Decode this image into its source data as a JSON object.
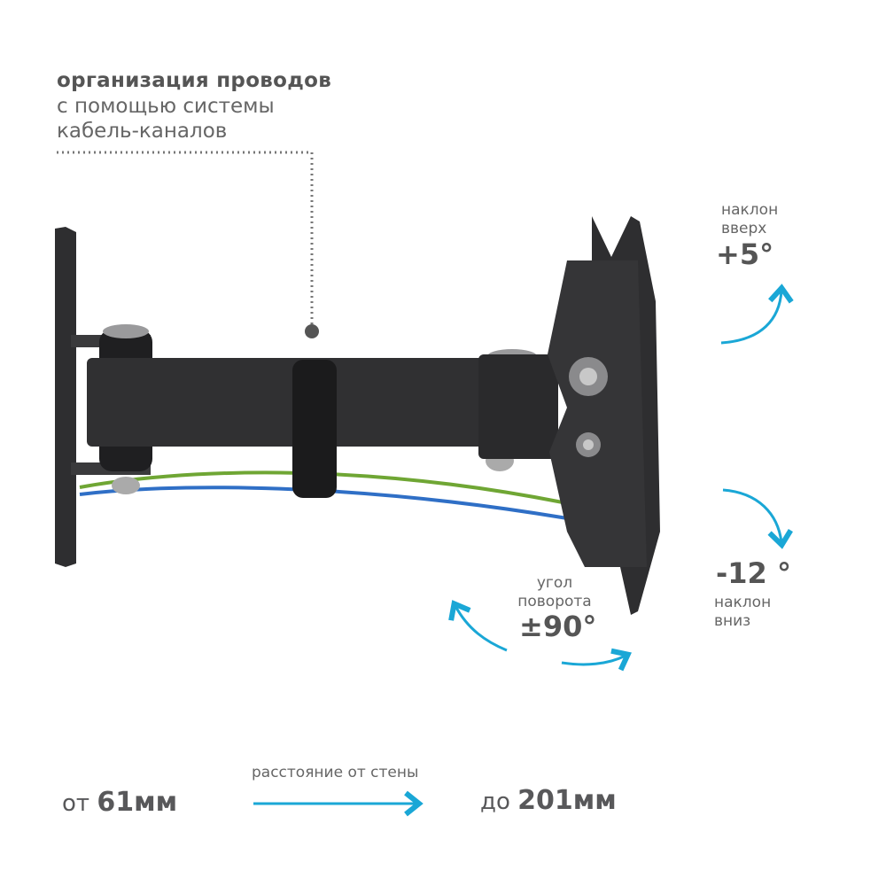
{
  "callout": {
    "line1": "организация проводов",
    "line2": "с помощью системы",
    "line3": "кабель-каналов"
  },
  "tilt_up": {
    "label1": "наклон",
    "label2": "вверх",
    "value": "+5°"
  },
  "tilt_down": {
    "value": "-12 °",
    "label1": "наклон",
    "label2": "вниз"
  },
  "swivel": {
    "label1": "угол",
    "label2": "поворота",
    "value": "±90°"
  },
  "distance": {
    "from_prefix": "от",
    "from_value": "61мм",
    "caption": "расстояние от стены",
    "to_prefix": "до",
    "to_value": "201мм"
  },
  "colors": {
    "accent": "#1aa7d6",
    "text": "#58585a",
    "metal": "#2e2e30"
  }
}
